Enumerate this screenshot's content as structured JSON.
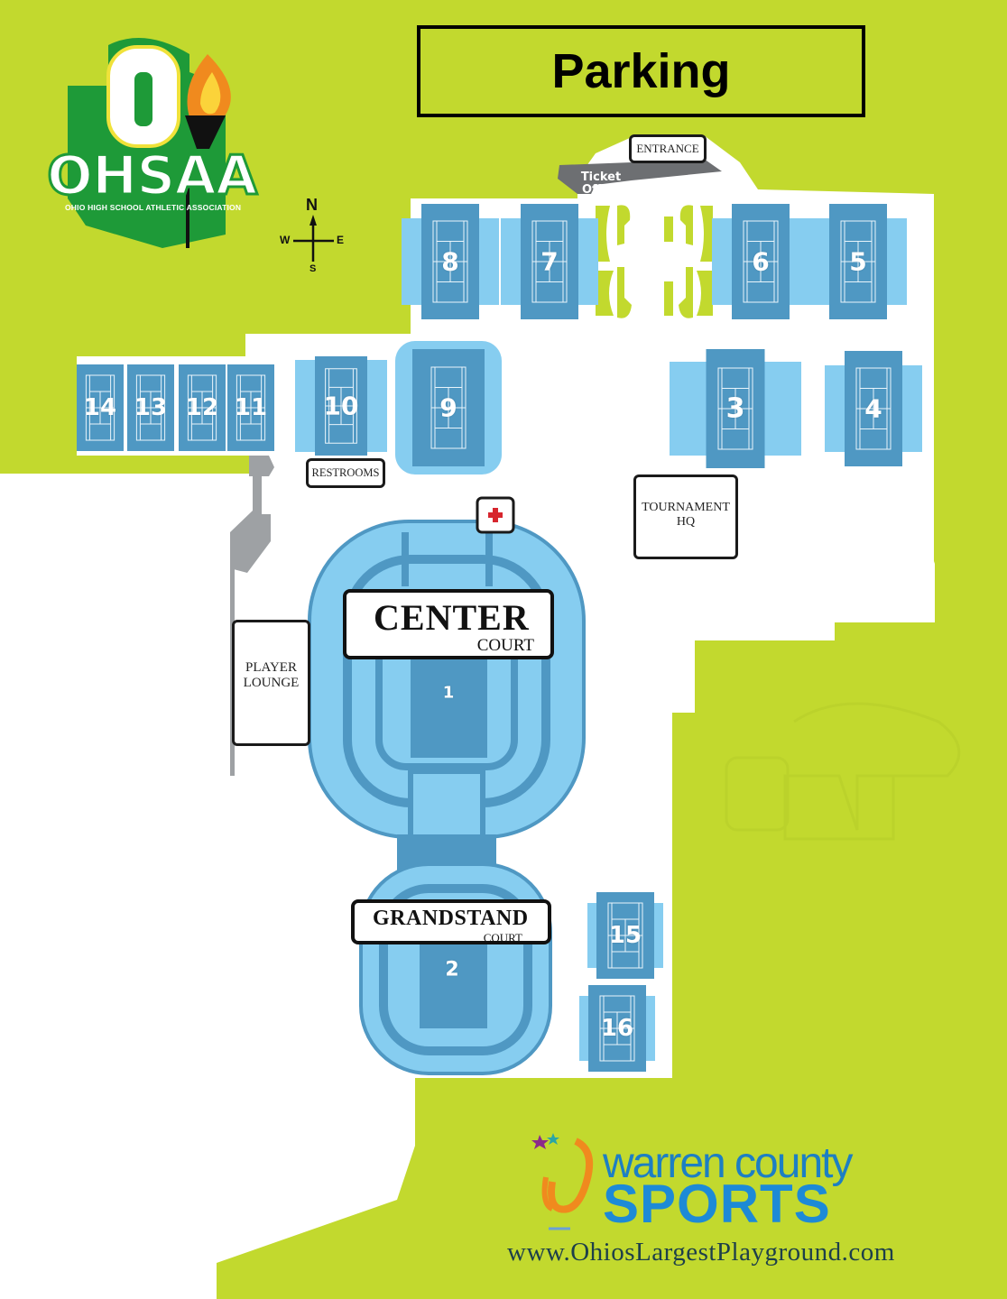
{
  "map": {
    "title": "Parking",
    "colors": {
      "grass": "#c2d92e",
      "ground": "#ffffff",
      "court_dark": "#4f98c3",
      "court_light": "#86cdf0",
      "walkway": "#9ea1a4",
      "label_border": "#1a1a1a",
      "first_aid_cross": "#d7262e",
      "ohsaa_green": "#1e9a38",
      "wcs_blue": "#1d8ad6"
    },
    "compass": {
      "north": "N",
      "south": "S",
      "east": "E",
      "west": "W",
      "icon": "compass-rose-icon"
    },
    "entrance_label": "ENTRANCE",
    "ticket_office_label": [
      "Ticket",
      "Office"
    ],
    "courts": [
      {
        "number": "1"
      },
      {
        "number": "2"
      },
      {
        "number": "3"
      },
      {
        "number": "4"
      },
      {
        "number": "5"
      },
      {
        "number": "6"
      },
      {
        "number": "7"
      },
      {
        "number": "8"
      },
      {
        "number": "9"
      },
      {
        "number": "10"
      },
      {
        "number": "11"
      },
      {
        "number": "12"
      },
      {
        "number": "13"
      },
      {
        "number": "14"
      },
      {
        "number": "15"
      },
      {
        "number": "16"
      }
    ],
    "facilities": {
      "restrooms": "RESTROOMS",
      "tournament_hq": [
        "TOURNAMENT",
        "HQ"
      ],
      "player_lounge": [
        "PLAYER",
        "LOUNGE"
      ],
      "first_aid_icon": "first-aid-cross-icon"
    },
    "stadiums": {
      "center": {
        "name": "CENTER",
        "sub": "COURT"
      },
      "grandstand": {
        "name": "GRANDSTAND",
        "sub": "COURT"
      }
    }
  },
  "logos": {
    "ohsaa": {
      "letter": "O",
      "name": "OHSAA",
      "tagline": "OHIO HIGH SCHOOL ATHLETIC ASSOCIATION"
    },
    "warren_county": {
      "line1": "warren county",
      "line2": "SPORTS",
      "url": "www.OhiosLargestPlayground.com"
    }
  }
}
